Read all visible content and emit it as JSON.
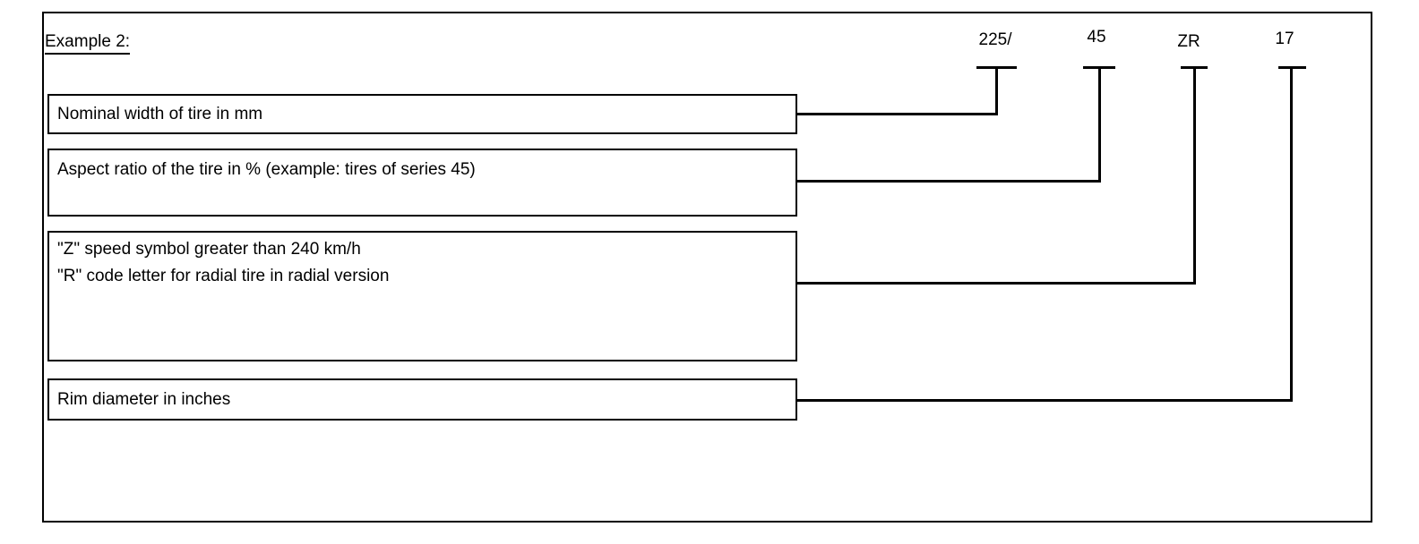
{
  "page": {
    "background_color": "#ffffff",
    "line_color": "#000000"
  },
  "title": "Example 2:",
  "tire_code": {
    "width": "225/",
    "aspect_ratio": "45",
    "speed_radial": "ZR",
    "rim_diameter": "17"
  },
  "labels": {
    "width": "Nominal width of tire in mm",
    "aspect_ratio": "Aspect ratio of the tire in % (example: tires of series 45)",
    "speed_line1": "\"Z\" speed symbol greater than 240 km/h",
    "speed_line2": "\"R\" code letter for radial tire in radial version",
    "rim_diameter": "Rim diameter in inches"
  }
}
